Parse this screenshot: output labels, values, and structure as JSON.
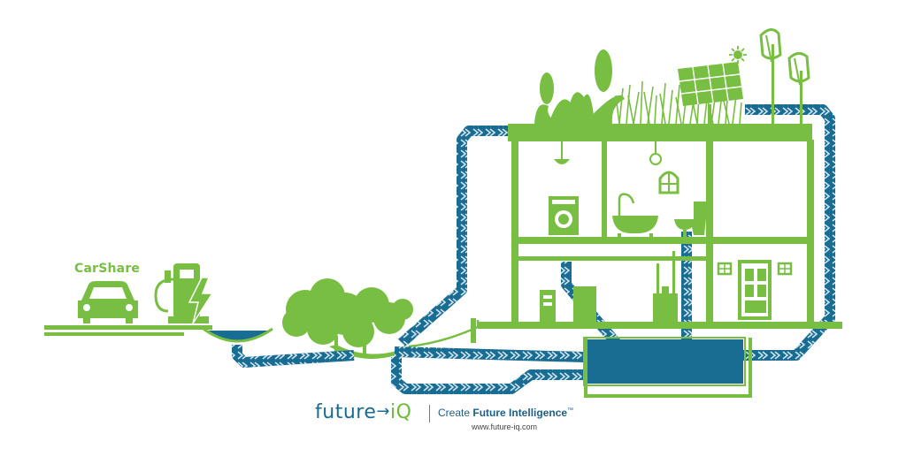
{
  "colors": {
    "green": "#78be42",
    "blue": "#1a6d92",
    "blue_dark": "#155a7a",
    "chevron": "#cfe3ee"
  },
  "labels": {
    "carshare": "CarShare"
  },
  "footer": {
    "logo_future": "future",
    "logo_arrow": "→",
    "logo_iq": "iQ",
    "tagline_prefix": "Create ",
    "tagline_bold": "Future Intelligence",
    "tagline_tm": "™",
    "url": "www.future-iq.com"
  },
  "icons": [
    "car-icon",
    "ev-charger-icon",
    "lightning-icon",
    "bioswale-icon",
    "tree-icon",
    "corn-icon",
    "grass-icon",
    "solar-panel-icon",
    "wind-turbine-icon",
    "sun-icon",
    "lamp-icon",
    "window-icon",
    "washing-machine-icon",
    "bathtub-icon",
    "sink-icon",
    "toilet-icon",
    "water-heater-icon",
    "tank-icon",
    "door-icon",
    "cistern-icon"
  ]
}
